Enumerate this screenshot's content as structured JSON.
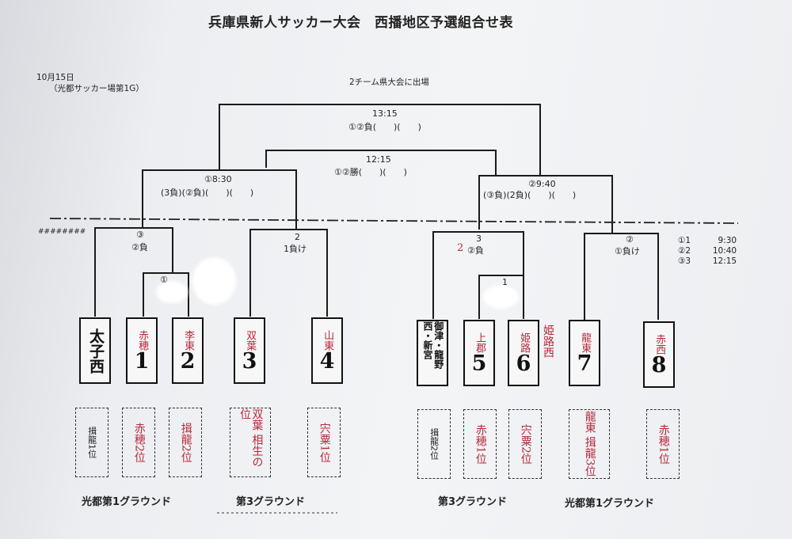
{
  "title": "兵庫県新人サッカー大会　西播地区予選組合せ表",
  "date": "10月15日",
  "venue": "（光都サッカー場第1G）",
  "hash_mark": "########",
  "top_label": "2チーム県大会に出場",
  "final": {
    "time": "13:15",
    "desc": "①②負(　　)(　　)"
  },
  "semi_win": {
    "time": "12:15",
    "desc": "①②勝(　　)(　　)"
  },
  "left_match": {
    "label": "①8:30",
    "desc": "(3負)(②負)(　　)(　　)"
  },
  "right_match": {
    "label": "②9:40",
    "desc": "(③負)(2負)(　　)(　　)"
  },
  "q_left_a": {
    "num": "③",
    "desc": "②負"
  },
  "q_left_b": {
    "num": "2",
    "desc": "1負け"
  },
  "q_right_a": {
    "num": "3",
    "red": "2",
    "desc": "②負"
  },
  "q_right_b": {
    "num": "②",
    "desc": "①負け"
  },
  "r1_left": "①",
  "r1_right": "1",
  "schedule": [
    {
      "code": "①1",
      "time": "9:30"
    },
    {
      "code": "②2",
      "time": "10:40"
    },
    {
      "code": "③3",
      "time": "12:15"
    }
  ],
  "teams": [
    {
      "num": "",
      "name": "太子西",
      "hand": ""
    },
    {
      "num": "1",
      "name": "",
      "hand": "赤穂"
    },
    {
      "num": "2",
      "name": "",
      "hand": "李東"
    },
    {
      "num": "3",
      "name": "",
      "hand": "双葉"
    },
    {
      "num": "4",
      "name": "",
      "hand": "山東"
    },
    {
      "num": "",
      "name": "御津・龍野西・新宮",
      "hand": ""
    },
    {
      "num": "5",
      "name": "",
      "hand": "上郡"
    },
    {
      "num": "6",
      "name": "",
      "hand": "姫路"
    },
    {
      "num": "7",
      "name": "",
      "hand": "龍東"
    },
    {
      "num": "8",
      "name": "",
      "hand": "赤西"
    }
  ],
  "side_note": "姫路西",
  "seeds": [
    {
      "text": "揖龍1位",
      "red": false
    },
    {
      "text": "赤穂2位",
      "red": true
    },
    {
      "text": "揖龍2位",
      "red": true
    },
    {
      "text": "双葉 相生の位",
      "red": true
    },
    {
      "text": "宍粟1位",
      "red": true
    },
    {
      "text": "揖龍2位",
      "red": false
    },
    {
      "text": "赤穂1位",
      "red": true
    },
    {
      "text": "宍粟2位",
      "red": true
    },
    {
      "text": "龍東 揖龍3位",
      "red": true
    },
    {
      "text": "赤穂1位",
      "red": true
    }
  ],
  "grounds": [
    "光都第1グラウンド",
    "第3グラウンド",
    "第3グラウンド",
    "光都第1グラウンド"
  ]
}
